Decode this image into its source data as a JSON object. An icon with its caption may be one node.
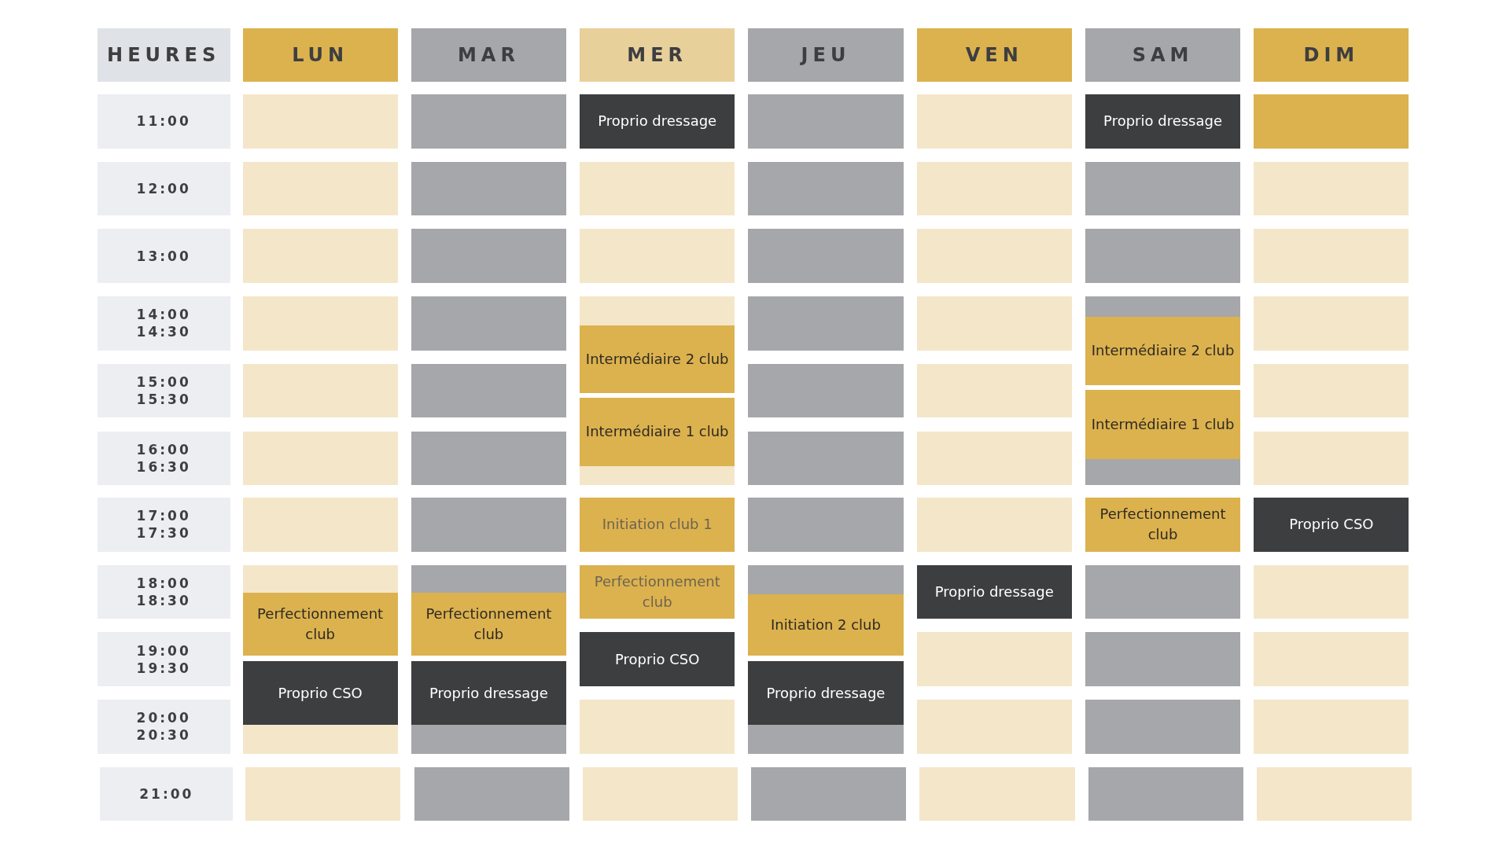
{
  "diagram": {
    "nodes": [
      {
        "text": [
          "HEURES"
        ]
      },
      {
        "text": [
          "LUN"
        ]
      },
      {
        "text": [
          "MAR"
        ]
      },
      {
        "text": [
          "MER"
        ]
      },
      {
        "text": [
          "JEU"
        ]
      },
      {
        "text": [
          "VEN"
        ]
      },
      {
        "text": [
          "SAM"
        ]
      },
      {
        "text": [
          "DIM"
        ]
      },
      {
        "text": [
          "11:00"
        ]
      },
      {
        "text": [],
        "shape": "box"
      },
      {
        "text": [],
        "shape": "box"
      },
      {
        "text": [],
        "shape": "box"
      },
      {
        "text": [],
        "shape": "box"
      },
      {
        "text": [],
        "shape": "box"
      },
      {
        "text": [
          "12:00"
        ]
      },
      {
        "text": [],
        "shape": "box"
      },
      {
        "text": [],
        "shape": "box"
      },
      {
        "text": [],
        "shape": "box"
      },
      {
        "text": [],
        "shape": "box"
      },
      {
        "text": [],
        "shape": "box"
      },
      {
        "text": [],
        "shape": "box"
      },
      {
        "text": [],
        "shape": "box"
      },
      {
        "text": [
          "13:00"
        ]
      },
      {
        "text": [],
        "shape": "box"
      },
      {
        "text": [],
        "shape": "box"
      },
      {
        "text": [],
        "shape": "box"
      },
      {
        "text": [],
        "shape": "box"
      },
      {
        "text": [],
        "shape": "box"
      },
      {
        "text": [],
        "shape": "box"
      },
      {
        "text": [],
        "shape": "box"
      },
      {
        "text": [
          "14:00",
          "14:30"
        ]
      },
      {
        "text": [],
        "shape": "box"
      },
      {
        "text": [],
        "shape": "box"
      },
      {
        "text": [],
        "shape": "box"
      },
      {
        "text": [],
        "shape": "box"
      },
      {
        "text": [],
        "shape": "box"
      },
      {
        "text": [],
        "shape": "box"
      },
      {
        "text": [],
        "shape": "box"
      },
      {
        "text": [
          "15:00",
          "15:30"
        ]
      },
      {
        "text": [],
        "shape": "box"
      },
      {
        "text": [],
        "shape": "box"
      },
      {
        "text": [],
        "shape": "box"
      },
      {
        "text": [],
        "shape": "box"
      },
      {
        "text": [],
        "shape": "box"
      },
      {
        "text": [
          "16:00",
          "16:30"
        ]
      },
      {
        "text": [],
        "shape": "box"
      },
      {
        "text": [],
        "shape": "box"
      },
      {
        "text": [],
        "shape": "box"
      },
      {
        "text": [],
        "shape": "box"
      },
      {
        "text": [],
        "shape": "box"
      },
      {
        "text": [],
        "shape": "box"
      },
      {
        "text": [],
        "shape": "box"
      },
      {
        "text": [
          "17:00",
          "17:30"
        ]
      },
      {
        "text": [],
        "shape": "box"
      },
      {
        "text": [],
        "shape": "box"
      },
      {
        "text": [],
        "shape": "box"
      },
      {
        "text": [],
        "shape": "box"
      },
      {
        "text": [
          "18:00",
          "18:30"
        ]
      },
      {
        "text": [],
        "shape": "box"
      },
      {
        "text": [],
        "shape": "box"
      },
      {
        "text": [],
        "shape": "box"
      },
      {
        "text": [],
        "shape": "box"
      },
      {
        "text": [],
        "shape": "box"
      },
      {
        "text": [
          "19:00",
          "19:30"
        ]
      },
      {
        "text": [],
        "shape": "box"
      },
      {
        "text": [],
        "shape": "box"
      },
      {
        "text": [],
        "shape": "box"
      },
      {
        "text": [
          "20:00",
          "20:30"
        ]
      },
      {
        "text": [],
        "shape": "box"
      },
      {
        "text": [],
        "shape": "box"
      },
      {
        "text": [],
        "shape": "box"
      },
      {
        "text": [],
        "shape": "box"
      },
      {
        "text": [],
        "shape": "box"
      },
      {
        "text": [],
        "shape": "box"
      },
      {
        "text": [],
        "shape": "box"
      },
      {
        "text": [
          "21:00"
        ]
      },
      {
        "text": [],
        "shape": "box"
      },
      {
        "text": [],
        "shape": "box"
      },
      {
        "text": [],
        "shape": "box"
      },
      {
        "text": [],
        "shape": "box"
      },
      {
        "text": [],
        "shape": "box"
      },
      {
        "text": [],
        "shape": "box"
      },
      {
        "text": [],
        "shape": "box"
      },
      {
        "text": [
          "Proprio dressage"
        ]
      },
      {
        "text": [
          "Proprio dressage"
        ]
      },
      {
        "text": [
          "Intermédiaire 2 club"
        ]
      },
      {
        "text": [
          "Intermédiaire 2 club"
        ]
      },
      {
        "text": [
          "Intermédiaire 1 club"
        ]
      },
      {
        "text": [
          "Intermédiaire 1 club"
        ]
      },
      {
        "text": [
          "Initiation club 1"
        ]
      },
      {
        "text": [
          "Perfectionnement club"
        ]
      },
      {
        "text": [
          "Proprio CSO"
        ]
      },
      {
        "text": [
          "Perfectionnement club"
        ]
      },
      {
        "text": [
          "Proprio dressage"
        ]
      },
      {
        "text": [
          "Perfectionnement club"
        ]
      },
      {
        "text": [
          "Perfectionnement club"
        ]
      },
      {
        "text": [
          "Initiation 2 club"
        ]
      },
      {
        "text": [
          "Proprio CSO"
        ]
      },
      {
        "text": [
          "Proprio CSO"
        ]
      },
      {
        "text": [
          "Proprio dressage"
        ]
      },
      {
        "text": [
          "Proprio dressage"
        ]
      }
    ]
  }
}
